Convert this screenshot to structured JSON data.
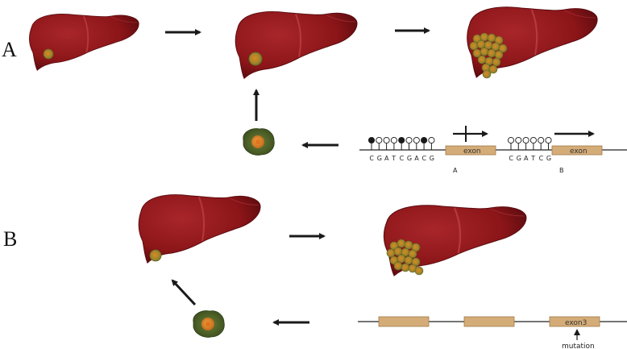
{
  "panels": {
    "a": {
      "letter": "A"
    },
    "b": {
      "letter": "B"
    }
  },
  "panel_a": {
    "sequence_1": [
      {
        "base": "C",
        "methylated": true
      },
      {
        "base": "G",
        "methylated": false
      },
      {
        "base": "A",
        "methylated": false
      },
      {
        "base": "T",
        "methylated": false
      },
      {
        "base": "C",
        "methylated": true
      },
      {
        "base": "G",
        "methylated": false
      },
      {
        "base": "A",
        "methylated": false
      },
      {
        "base": "C",
        "methylated": true
      },
      {
        "base": "G",
        "methylated": false
      }
    ],
    "sequence_2": [
      {
        "base": "C",
        "methylated": false
      },
      {
        "base": "G",
        "methylated": false
      },
      {
        "base": "A",
        "methylated": false
      },
      {
        "base": "T",
        "methylated": false
      },
      {
        "base": "C",
        "methylated": false
      },
      {
        "base": "G",
        "methylated": false
      }
    ],
    "exon_1_label": "exon",
    "exon_2_label": "exon",
    "site_a_label": "A",
    "site_b_label": "B"
  },
  "panel_b": {
    "exon3_label": "exon3",
    "mutation_label": "mutation"
  },
  "colors": {
    "liver_fill": "#8b1518",
    "liver_dark": "#5c0c10",
    "liver_highlight": "#a8262a",
    "exon_fill": "#d4ac78",
    "exon_stroke": "#a07a48",
    "tumor_green": "#7c8a2e",
    "tumor_orange": "#d98a22",
    "cell_green": "#52672c",
    "arrow": "#1a1a1a"
  }
}
